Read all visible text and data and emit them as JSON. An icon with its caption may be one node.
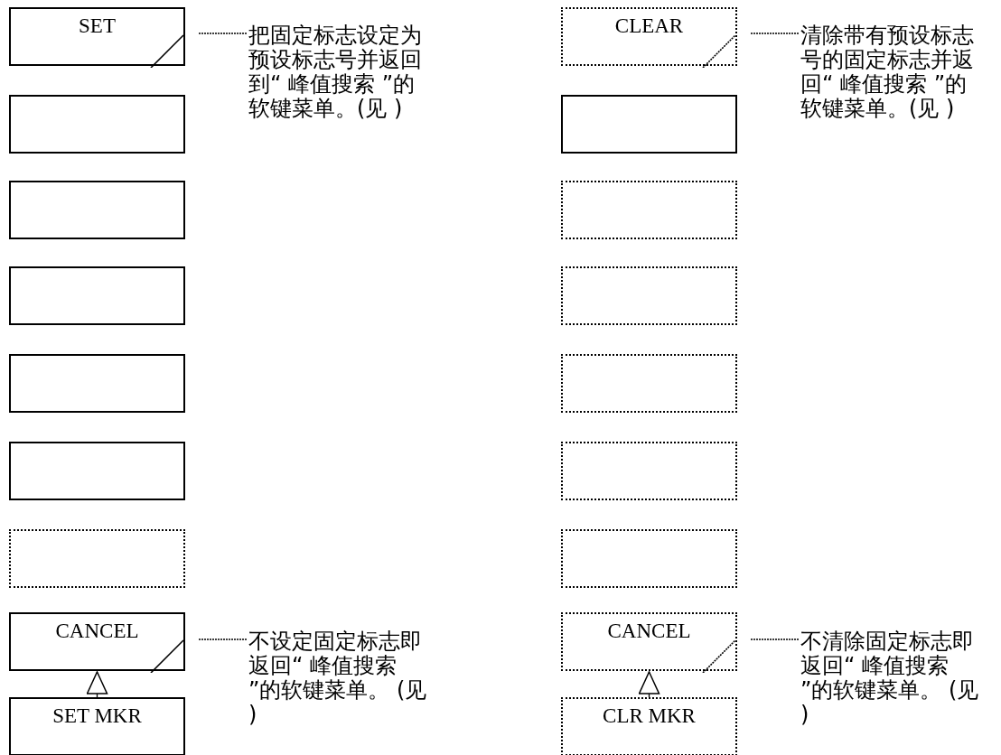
{
  "diagram": {
    "nodes": [
      {
        "text": [
          "SET"
        ]
      },
      {
        "text": [
          "把固定标志设定为预设标志号并返回到“ 峰值搜索 ”的软键菜单。(见 )"
        ]
      },
      {
        "text": [],
        "shape": "box"
      },
      {
        "text": [],
        "shape": "box"
      },
      {
        "text": [],
        "shape": "box"
      },
      {
        "text": [],
        "shape": "box"
      },
      {
        "text": [],
        "shape": "box"
      },
      {
        "text": [],
        "shape": "box"
      },
      {
        "text": [
          "CANCEL"
        ]
      },
      {
        "text": [
          "不设定固定标志即返回“ 峰值搜索 ”的软键菜单。 (见 )"
        ]
      },
      {
        "text": [
          "SET MKR"
        ]
      },
      {
        "text": [
          "CLEAR"
        ]
      },
      {
        "text": [
          "清除带有预设标志号的固定标志并返回“ 峰值搜索 ”的软键菜单。(见 )"
        ]
      },
      {
        "text": [],
        "shape": "box"
      },
      {
        "text": [],
        "shape": "box"
      },
      {
        "text": [],
        "shape": "box"
      },
      {
        "text": [],
        "shape": "box"
      },
      {
        "text": [],
        "shape": "box"
      },
      {
        "text": [],
        "shape": "box"
      },
      {
        "text": [
          "CANCEL"
        ]
      },
      {
        "text": [
          "不清除固定标志即返回“ 峰值搜索 ”的软键菜单。 (见 )"
        ]
      },
      {
        "text": [
          "CLR MKR"
        ]
      }
    ],
    "edges": [
      {
        "from": 1,
        "to": 0,
        "arrow": "none",
        "style": "dashed"
      },
      {
        "from": 9,
        "to": 8,
        "arrow": "none",
        "style": "dashed"
      },
      {
        "from": 10,
        "to": 8,
        "arrow": "to"
      },
      {
        "from": 12,
        "to": 11,
        "arrow": "none",
        "style": "dashed"
      },
      {
        "from": 20,
        "to": 19,
        "arrow": "none",
        "style": "dashed"
      },
      {
        "from": 21,
        "to": 19,
        "arrow": "to"
      }
    ]
  }
}
